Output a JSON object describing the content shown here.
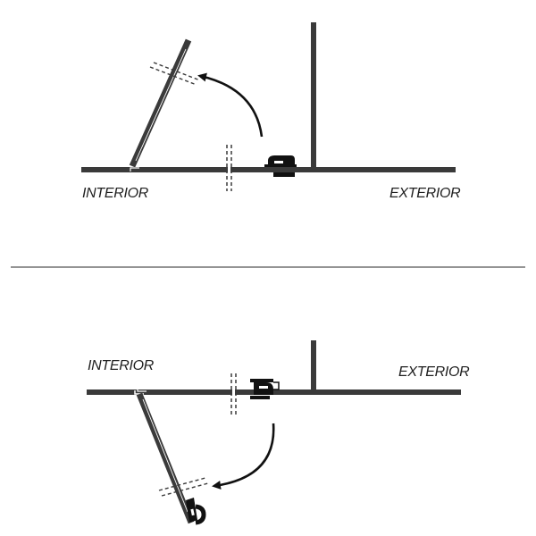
{
  "diagrams": [
    {
      "id": "opened-inward",
      "labels": {
        "left": "INTERIOR",
        "right": "EXTERIOR"
      }
    },
    {
      "id": "opened-outward",
      "labels": {
        "left": "INTERIOR",
        "right": "EXTERIOR"
      }
    }
  ],
  "colors": {
    "stroke": "#3a3a3a",
    "hardware": "#111111",
    "divider": "#555555"
  }
}
